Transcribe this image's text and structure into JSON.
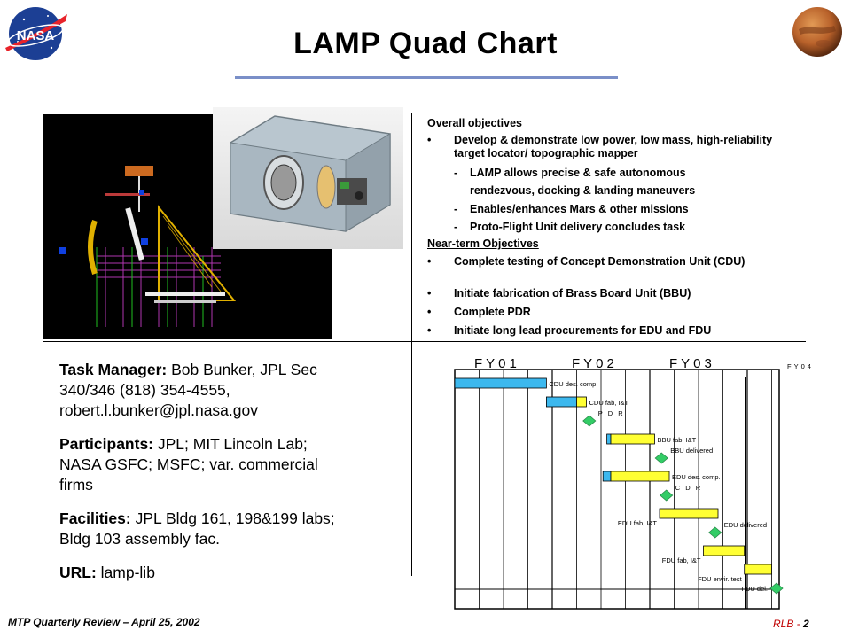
{
  "header": {
    "title": "LAMP Quad Chart",
    "logo_text": "NASA"
  },
  "objectives": {
    "overall_heading": "Overall objectives",
    "overall_items": [
      {
        "text": "Develop & demonstrate low power, low mass, high-reliability  target locator/ topographic mapper"
      }
    ],
    "overall_sub": [
      "LAMP allows precise & safe autonomous",
      "rendezvous, docking & landing maneuvers",
      "Enables/enhances Mars & other missions",
      "Proto-Flight Unit delivery concludes task"
    ],
    "nearterm_heading": "Near-term Objectives",
    "nearterm_items": [
      "Complete testing of Concept Demonstration Unit (CDU)",
      "Initiate fabrication of Brass Board Unit (BBU)",
      "Complete PDR",
      "Initiate long lead procurements for EDU and FDU"
    ]
  },
  "task": {
    "manager_label": "Task Manager:",
    "manager_text": " Bob Bunker, JPL Sec 340/346 (818) 354-4555, robert.l.bunker@jpl.nasa.gov",
    "participants_label": "Participants:",
    "participants_text": " JPL; MIT Lincoln Lab; NASA GSFC; MSFC; var. commercial firms",
    "facilities_label": "Facilities:",
    "facilities_text": " JPL Bldg 161, 198&199 labs; Bldg 103 assembly fac.",
    "url_label": "URL:",
    "url_text": " lamp-lib"
  },
  "schedule": {
    "fiscal_years": [
      "FY01",
      "FY02",
      "FY03",
      "FY04"
    ],
    "tasks": [
      {
        "label": "CDU des. comp.",
        "type": "bar",
        "segments": [
          {
            "color": "#3cb8ee",
            "start": 0.0,
            "end": 0.94
          }
        ]
      },
      {
        "label": "CDU fab, I&T",
        "type": "bar",
        "segments": [
          {
            "color": "#3cb8ee",
            "start": 0.94,
            "end": 1.25
          },
          {
            "color": "#ffff33",
            "start": 1.25,
            "end": 1.35
          }
        ]
      },
      {
        "label": "P D R",
        "type": "milestone",
        "at": 1.38
      },
      {
        "label": "BBU fab, I&T",
        "type": "bar",
        "segments": [
          {
            "color": "#3cb8ee",
            "start": 1.56,
            "end": 1.6
          },
          {
            "color": "#ffff33",
            "start": 1.6,
            "end": 2.05
          }
        ]
      },
      {
        "label": "BBU delivered",
        "type": "milestone",
        "at": 2.12
      },
      {
        "label": "EDU des. comp.",
        "type": "bar",
        "segments": [
          {
            "color": "#3cb8ee",
            "start": 1.52,
            "end": 1.6
          },
          {
            "color": "#ffff33",
            "start": 1.6,
            "end": 2.2
          }
        ]
      },
      {
        "label": "C D R",
        "type": "milestone",
        "at": 2.17
      },
      {
        "label": "EDU fab, I&T",
        "type": "bar",
        "segments": [
          {
            "color": "#ffff33",
            "start": 2.1,
            "end": 2.7
          }
        ]
      },
      {
        "label": "EDU delivered",
        "type": "milestone",
        "at": 2.67
      },
      {
        "label": "FDU fab, I&T",
        "type": "bar",
        "segments": [
          {
            "color": "#ffff33",
            "start": 2.55,
            "end": 2.97
          }
        ]
      },
      {
        "label": "FDU envir. test",
        "type": "bar",
        "segments": [
          {
            "color": "#ffff33",
            "start": 2.97,
            "end": 3.25
          }
        ]
      },
      {
        "label": "FDU del.",
        "type": "milestone",
        "at": 3.3
      }
    ],
    "colors": {
      "bar_blue": "#3cb8ee",
      "bar_yellow": "#ffff33",
      "milestone": "#33cc66"
    }
  },
  "footer": {
    "left": "MTP Quarterly Review – April 25, 2002",
    "right_prefix": "RLB - ",
    "page": "2"
  }
}
